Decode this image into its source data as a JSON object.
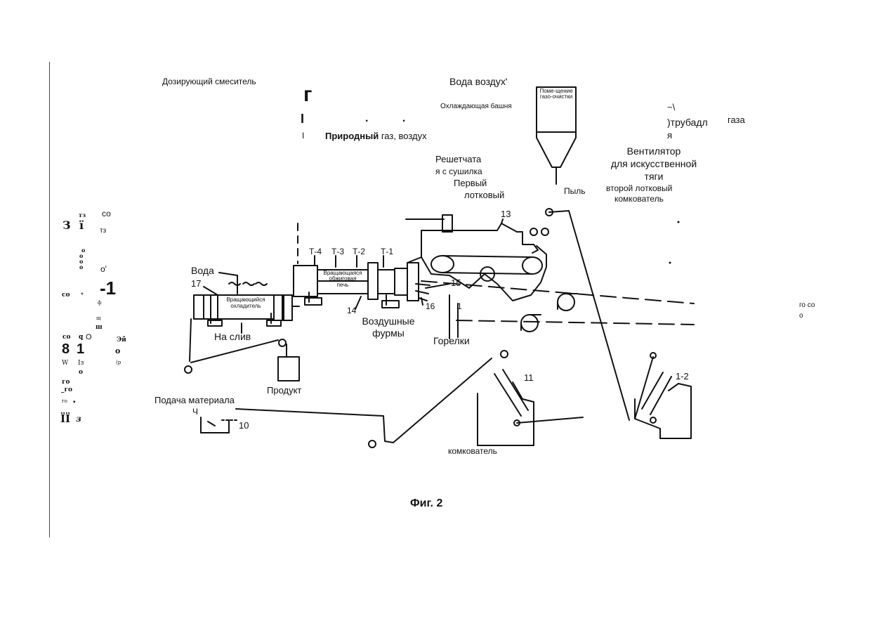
{
  "labels": {
    "dosing_mixer": "Дозирующий смеситель",
    "water_air": "Вода воздух'",
    "cooling_tower": "Охлаждающая башня",
    "natural_gas_bold": "Природный",
    "natural_gas_rest": "газ, воздух",
    "gas_pipe_tilde": "~\\",
    "gas_pipe_line1": ")трубадл",
    "gas_pipe_line2": "я",
    "gas_word": "газа",
    "grate_dryer_1": "Решетчата",
    "grate_dryer_2": "я с сушилка",
    "first_trough_1": "Первый",
    "first_trough_2": "лотковый",
    "fan_1": "Вентилятор",
    "fan_2": "для искусственной",
    "fan_3": "тяги",
    "dust": "Пыль",
    "second_pelletizer_1": "второй лотковый",
    "second_pelletizer_2": "комкователь",
    "water": "Вода",
    "num_17": "17",
    "num_13": "13",
    "num_15": "15",
    "num_14": "14",
    "num_16": "16",
    "num_1": "1",
    "num_11": "11",
    "num_12": "1-2",
    "num_10": "10",
    "t4": "Т-4",
    "t3": "Т-3",
    "t2": "Т-2",
    "t1": "Т-1",
    "rotary_kiln_1": "Вращающаяся",
    "rotary_kiln_2": "обжиговая",
    "rotary_kiln_3": "печь",
    "rotary_cooler_1": "Вращающийся",
    "rotary_cooler_2": "охладитель",
    "air_tuyeres_1": "Воздушные",
    "air_tuyeres_2": "фурмы",
    "burners": "Горелки",
    "to_drain": "На слив",
    "product": "Продукт",
    "material_feed": "Подача материала",
    "ch": "Ч",
    "pelletizer": "комкователь",
    "figure_caption": "Фиг. 2",
    "tower_text": "Поме-щение газо-очистки",
    "right_margin_1": "го со",
    "right_margin_2": "о",
    "big_g": "г",
    "big_i": "I",
    "small_i": "I",
    "dots": ". ."
  },
  "margin_artifacts": {
    "a1": "тз",
    "a2": "со",
    "a3": "З",
    "a4": "ї",
    "a5": "тз",
    "a6": "о",
    "a7": "о",
    "a8": "о",
    "a9": "о",
    "a10": "о'",
    "a11": "со",
    "a12": "*",
    "a13": "-1",
    "a14": "ф",
    "a15": "щ",
    "a16": "ш",
    "a17": "со",
    "a18": "q",
    "a19": "О",
    "a20": "Эй",
    "a21": "8",
    "a22": "1",
    "a23": "о",
    "a24": "W",
    "a25": "Із",
    "a26": "(р",
    "a27": "о",
    "a28": "го",
    "a29": "_го",
    "a30": "го",
    "a31": "▪",
    "a32": "ÏÏ",
    "a33": "з"
  }
}
